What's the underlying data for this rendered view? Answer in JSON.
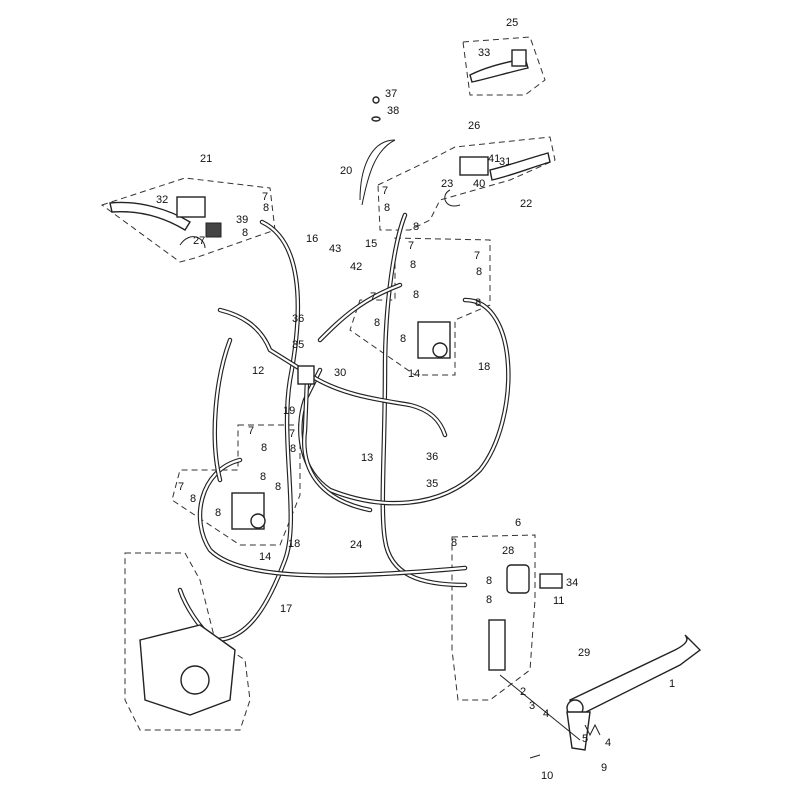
{
  "diagram": {
    "title_hidden": null,
    "callouts": [
      "21",
      "32",
      "7",
      "8",
      "39",
      "8",
      "27",
      "25",
      "33",
      "37",
      "38",
      "26",
      "20",
      "7",
      "8",
      "8",
      "23",
      "41",
      "31",
      "40",
      "22",
      "16",
      "15",
      "43",
      "42",
      "7",
      "7",
      "8",
      "8",
      "8",
      "8",
      "7",
      "8",
      "8",
      "14",
      "18",
      "36",
      "35",
      "12",
      "30",
      "19",
      "7",
      "7",
      "8",
      "8",
      "8",
      "8",
      "7",
      "8",
      "8",
      "14",
      "18",
      "13",
      "36",
      "35",
      "24",
      "17",
      "6",
      "8",
      "28",
      "8",
      "34",
      "8",
      "11",
      "29",
      "2",
      "3",
      "4",
      "1",
      "5",
      "4",
      "9",
      "10"
    ]
  }
}
